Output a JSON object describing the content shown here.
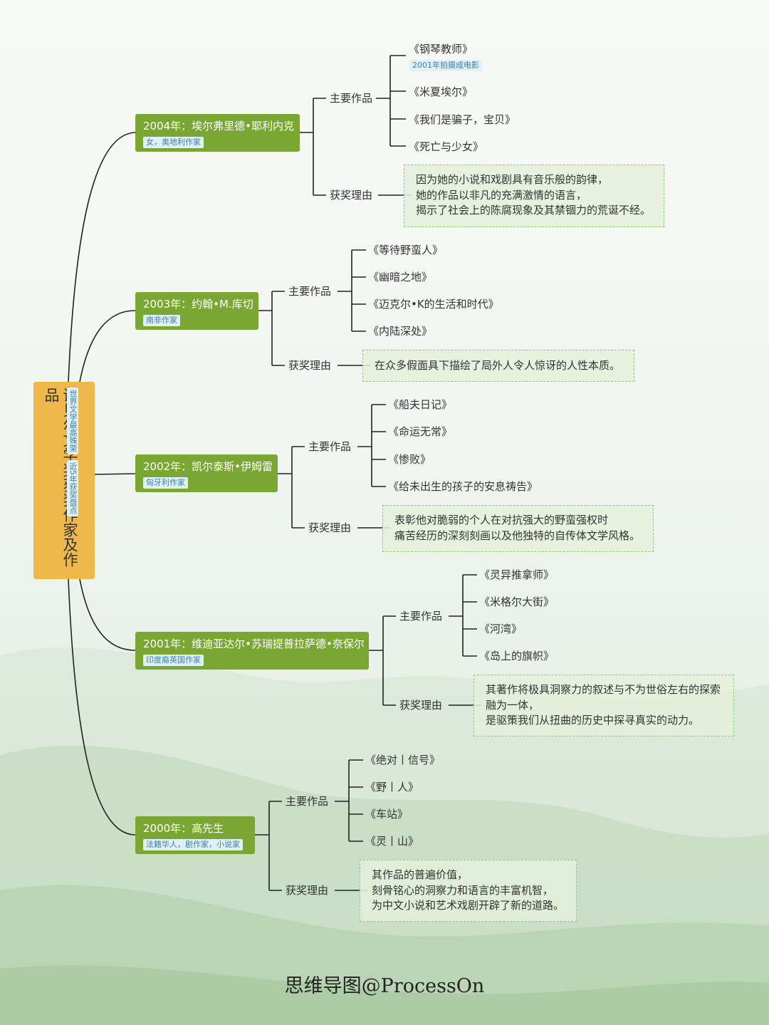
{
  "root": {
    "title": "诺贝尔文学奖获奖作家及作品",
    "tag1": "世界文学最高殊荣",
    "tag2": "近5年获奖盘点"
  },
  "branches": [
    {
      "year_title": "2004年：埃尔弗里德•耶利内克",
      "tag": "女，奥地利作家",
      "works_label": "主要作品",
      "works": [
        "《钢琴教师》",
        "《米夏埃尔》",
        "《我们是骗子，宝贝》",
        "《死亡与少女》"
      ],
      "work_note": "2001年拍摄成电影",
      "reason_label": "获奖理由",
      "reason": [
        "因为她的小说和戏剧具有音乐般的韵律，",
        "她的作品以非凡的充满激情的语言，",
        "揭示了社会上的陈腐现象及其禁锢力的荒诞不经。"
      ]
    },
    {
      "year_title": "2003年：约翰•M.库切",
      "tag": "南非作家",
      "works_label": "主要作品",
      "works": [
        "《等待野蛮人》",
        "《幽暗之地》",
        "《迈克尔•K的生活和时代》",
        "《内陆深处》"
      ],
      "reason_label": "获奖理由",
      "reason": [
        "在众多假面具下描绘了局外人令人惊讶的人性本质。"
      ]
    },
    {
      "year_title": "2002年：凯尔泰斯•伊姆雷",
      "tag": "匈牙利作家",
      "works_label": "主要作品",
      "works": [
        "《船夫日记》",
        "《命运无常》",
        "《惨败》",
        "《给未出生的孩子的安息祷告》"
      ],
      "reason_label": "获奖理由",
      "reason": [
        "表彰他对脆弱的个人在对抗强大的野蛮强权时",
        "痛苦经历的深刻刻画以及他独特的自传体文学风格。"
      ]
    },
    {
      "year_title": "2001年：维迪亚达尔•苏瑞提普拉萨德•奈保尔",
      "tag": "印度裔英国作家",
      "works_label": "主要作品",
      "works": [
        "《灵异推拿师》",
        "《米格尔大街》",
        "《河湾》",
        "《岛上的旗帜》"
      ],
      "reason_label": "获奖理由",
      "reason": [
        "其著作将极具洞察力的叙述与不为世俗左右的探索",
        "融为一体，",
        "是驱策我们从扭曲的历史中探寻真实的动力。"
      ]
    },
    {
      "year_title": "2000年：高先生",
      "tag": "法籍华人，剧作家，小说家",
      "works_label": "主要作品",
      "works": [
        "《绝对丨信号》",
        "《野丨人》",
        "《车站》",
        "《灵丨山》"
      ],
      "reason_label": "获奖理由",
      "reason": [
        "其作品的普遍价值，",
        "刻骨铭心的洞察力和语言的丰富机智，",
        "为中文小说和艺术戏剧开辟了新的道路。"
      ]
    }
  ],
  "footer": "思维导图@ProcessOn",
  "colors": {
    "root": "#eeb84a",
    "year_node": "#7aa733",
    "tag_bg": "#dff0f6",
    "tag_text": "#3d7fa6",
    "reason_border": "#8bcc7a",
    "line": "#222222"
  }
}
